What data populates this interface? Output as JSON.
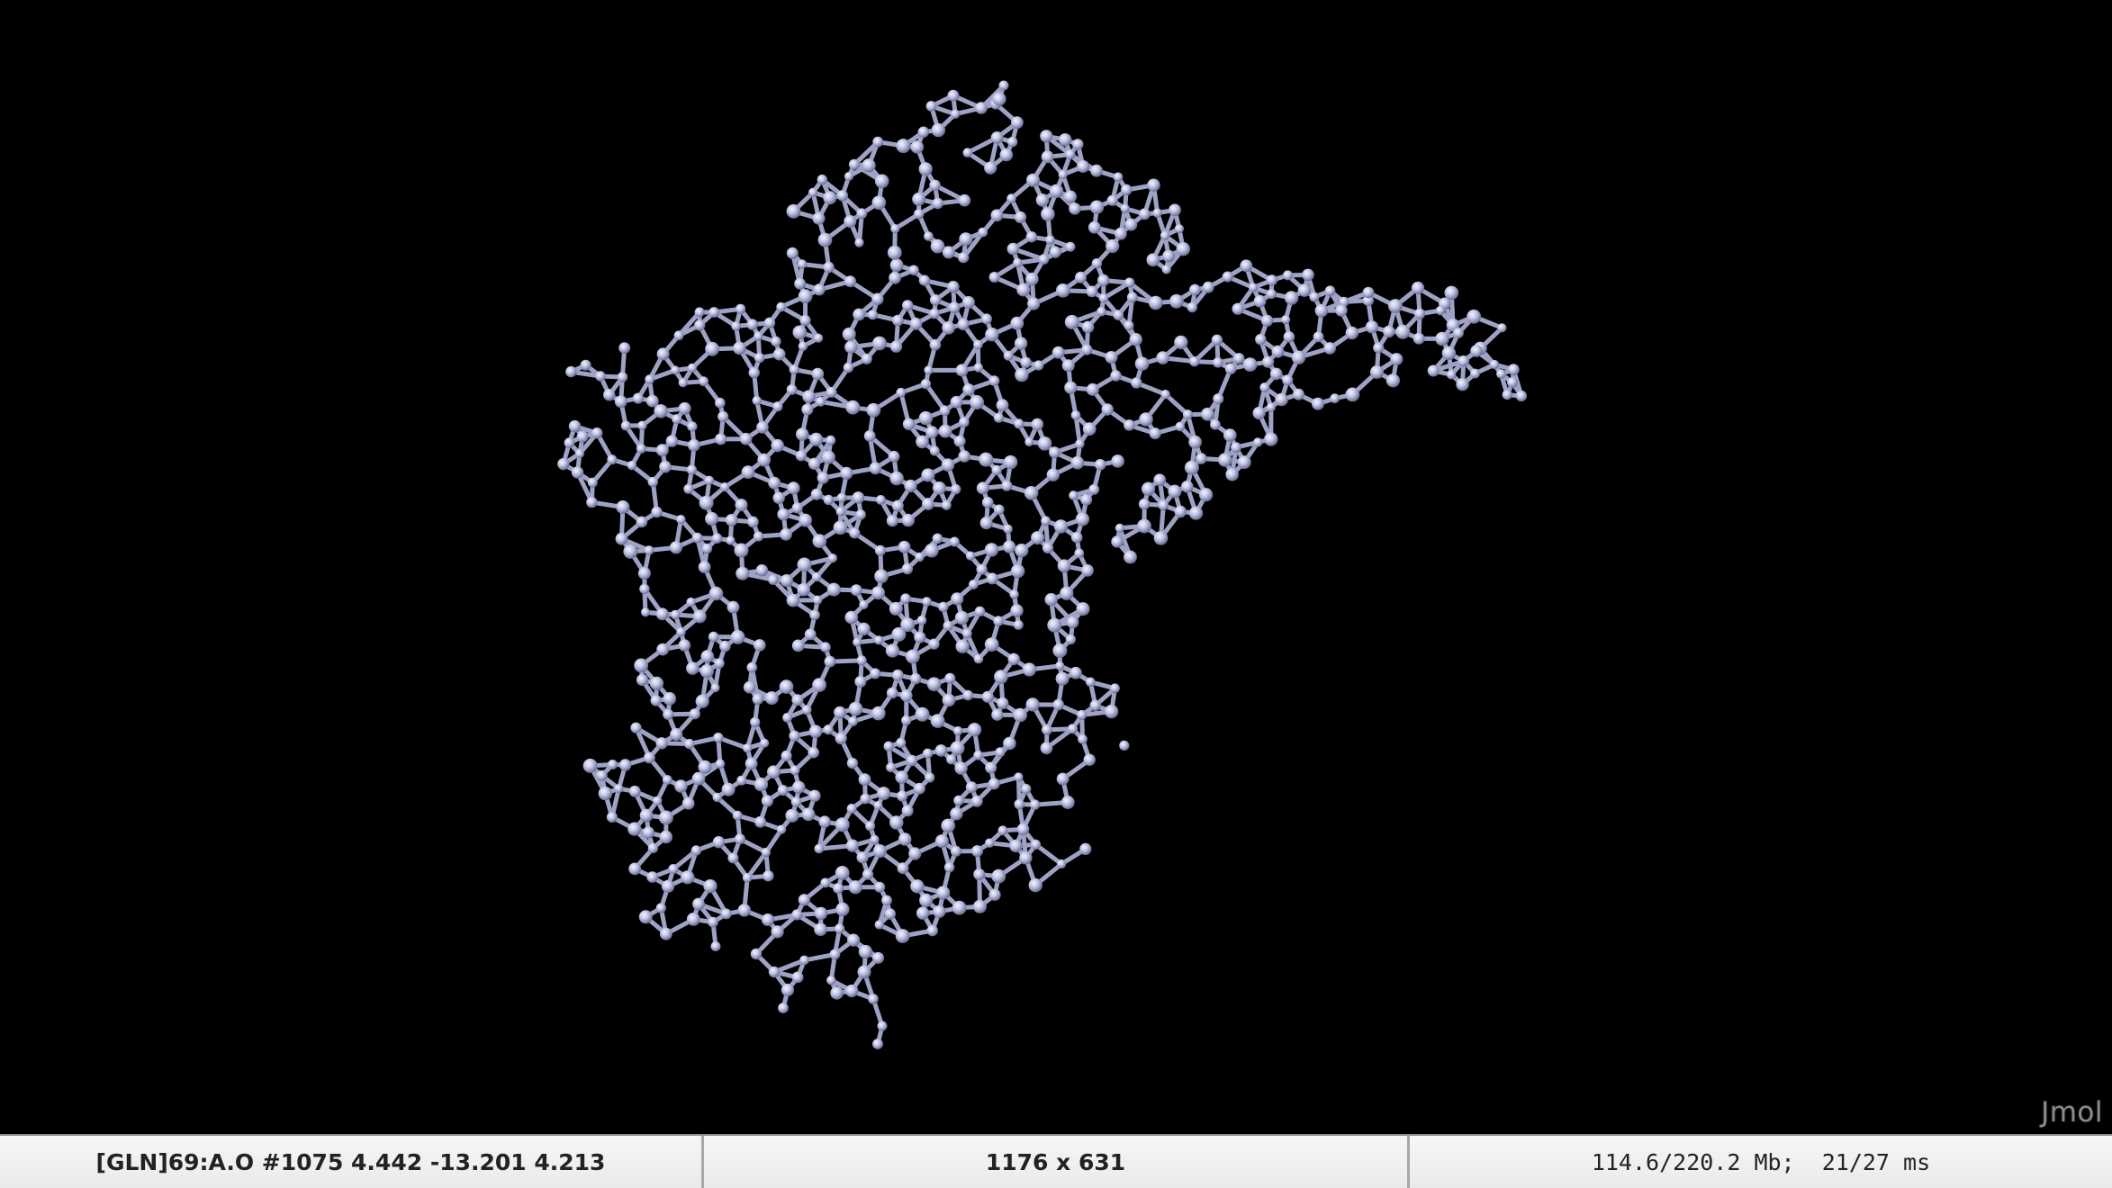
{
  "app": {
    "name": "Jmol",
    "background_color": "#000000",
    "atom_color": "#b8bcd8"
  },
  "viewer": {
    "watermark": "Jmol",
    "render_style": "ball-and-stick"
  },
  "status_bar": {
    "atom_info": "[GLN]69:A.O #1075 4.442 -13.201 4.213",
    "canvas_size": "1176 x 631",
    "memory_timing": "114.6/220.2 Mb;  21/27 ms"
  }
}
